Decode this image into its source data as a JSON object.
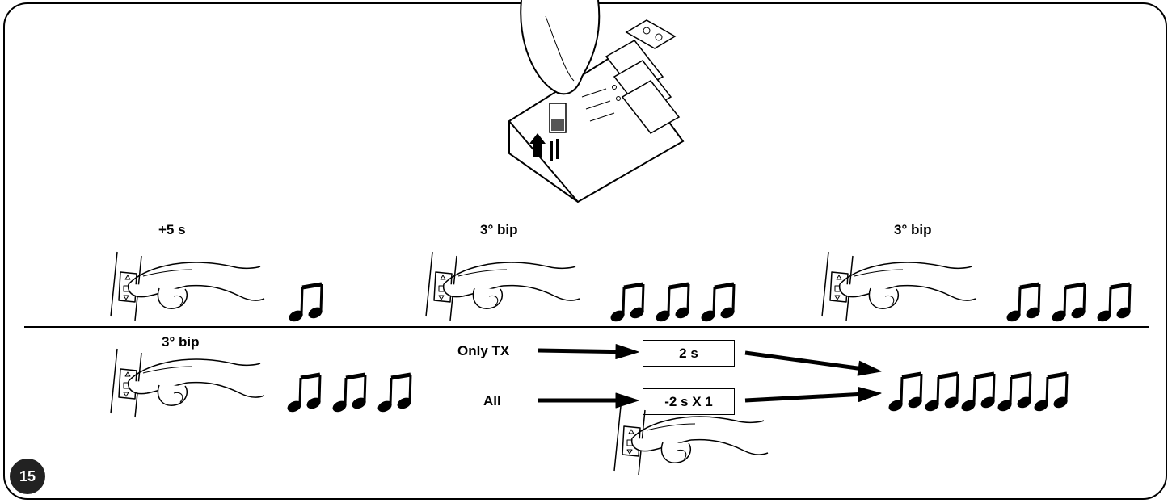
{
  "figure_number": "15",
  "top_row": {
    "step1_label": "+5 s",
    "step2_label": "3° bip",
    "step3_label": "3° bip"
  },
  "bottom_row": {
    "step_label": "3° bip",
    "option_only_tx": "Only TX",
    "option_all": "All",
    "box_only_tx": "2 s",
    "box_all": "-2 s X 1"
  },
  "icons": {
    "board": "receiver-board-jumper-icon",
    "hand_button": "hand-pressing-button-icon",
    "beep": "double-eighth-note-icon",
    "arrow": "right-arrow-icon"
  }
}
